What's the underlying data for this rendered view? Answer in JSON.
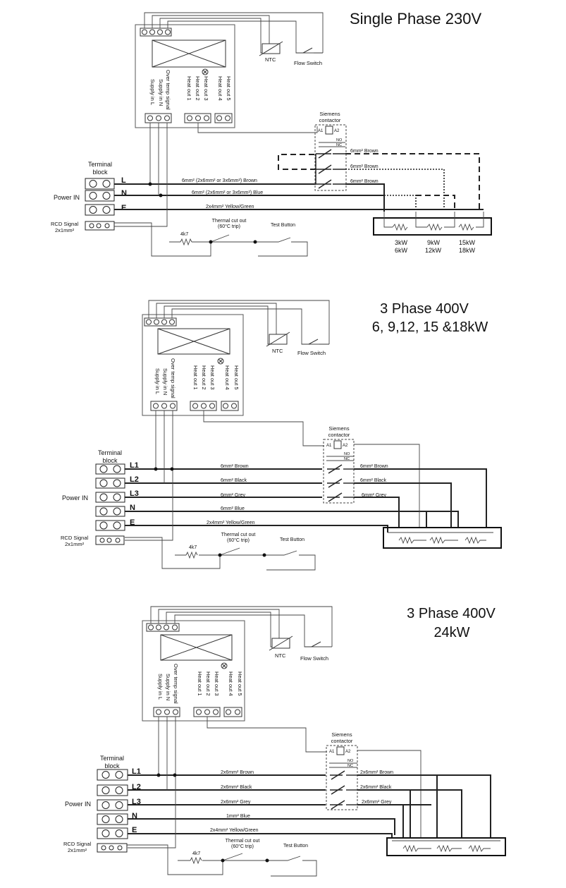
{
  "d1": {
    "title": "Single Phase 230V",
    "ntc": "NTC",
    "flow_switch": "Flow Switch",
    "ctrl_labels": [
      "Over temp signal",
      "Supply in N",
      "Supply in L",
      "Heat out 1",
      "Heat out 2",
      "Heat out 3",
      "Heat out 4",
      "Heat out 5"
    ],
    "contactor": [
      "Siemens",
      "contactor"
    ],
    "coil": [
      "A1",
      "A2"
    ],
    "contacts": [
      "NO",
      "NC"
    ],
    "terminal_block": [
      "Terminal",
      "block"
    ],
    "power_in": "Power IN",
    "rcd": [
      "RCD Signal",
      "2x1mm²"
    ],
    "lines": [
      {
        "label": "L",
        "cable": "6mm² (2x6mm² or 3x6mm²) Brown"
      },
      {
        "label": "N",
        "cable": "6mm² (2x6mm² or 3x6mm²) Blue"
      },
      {
        "label": "E",
        "cable": "2x4mm² Yellow/Green"
      }
    ],
    "contactor_cables": [
      "6mm² Brown",
      "6mm² Brown",
      "6mm² Brown"
    ],
    "resistor": "4k7",
    "thermal_cutout": [
      "Thermal cut out",
      "(60°C trip)"
    ],
    "test_button": "Test Button",
    "ratings": [
      [
        "3kW",
        "6kW"
      ],
      [
        "9kW",
        "12kW"
      ],
      [
        "15kW",
        "18kW"
      ]
    ]
  },
  "d2": {
    "title": [
      "3 Phase 400V",
      "6, 9,12, 15 &18kW"
    ],
    "ntc": "NTC",
    "flow_switch": "Flow Switch",
    "ctrl_labels": [
      "Over temp signal",
      "Supply in N",
      "Supply in L",
      "Heat out 1",
      "Heat out 2",
      "Heat out 3",
      "Heat out 4",
      "Heat out 5"
    ],
    "contactor": [
      "Siemens",
      "contactor"
    ],
    "coil": [
      "A1",
      "A2"
    ],
    "contacts": [
      "NO",
      "NC"
    ],
    "terminal_block": [
      "Terminal",
      "block"
    ],
    "power_in": "Power IN",
    "rcd": [
      "RCD Signal",
      "2x1mm²"
    ],
    "lines": [
      {
        "label": "L1",
        "cable": "6mm² Brown"
      },
      {
        "label": "L2",
        "cable": "6mm² Black"
      },
      {
        "label": "L3",
        "cable": "6mm² Grey"
      },
      {
        "label": "N",
        "cable": "6mm² Blue"
      },
      {
        "label": "E",
        "cable": "2x4mm² Yellow/Green"
      }
    ],
    "contactor_cables": [
      "6mm² Brown",
      "6mm² Black",
      "6mm² Grey"
    ],
    "resistor": "4k7",
    "thermal_cutout": [
      "Thermal cut out",
      "(60°C trip)"
    ],
    "test_button": "Test Button"
  },
  "d3": {
    "title": [
      "3 Phase 400V",
      "24kW"
    ],
    "ntc": "NTC",
    "flow_switch": "Flow Switch",
    "ctrl_labels": [
      "Over temp signal",
      "Supply in N",
      "Supply in L",
      "Heat out 1",
      "Heat out 2",
      "Heat out 3",
      "Heat out 4",
      "Heat out 5"
    ],
    "contactor": [
      "Siemens",
      "contactor"
    ],
    "coil": [
      "A1",
      "A2"
    ],
    "contacts": [
      "NO",
      "NC"
    ],
    "terminal_block": [
      "Terminal",
      "block"
    ],
    "power_in": "Power IN",
    "rcd": [
      "RCD Signal",
      "2x1mm²"
    ],
    "lines": [
      {
        "label": "L1",
        "cable": "2x6mm² Brown"
      },
      {
        "label": "L2",
        "cable": "2x6mm² Black"
      },
      {
        "label": "L3",
        "cable": "2x6mm² Grey"
      },
      {
        "label": "N",
        "cable": "1mm² Blue"
      },
      {
        "label": "E",
        "cable": "2x4mm² Yellow/Green"
      }
    ],
    "contactor_cables": [
      "2x6mm² Brown",
      "2x6mm² Black",
      "2x6mm² Grey"
    ],
    "resistor": "4k7",
    "thermal_cutout": [
      "Thermal cut out",
      "(60°C trip)"
    ],
    "test_button": "Test Button"
  }
}
